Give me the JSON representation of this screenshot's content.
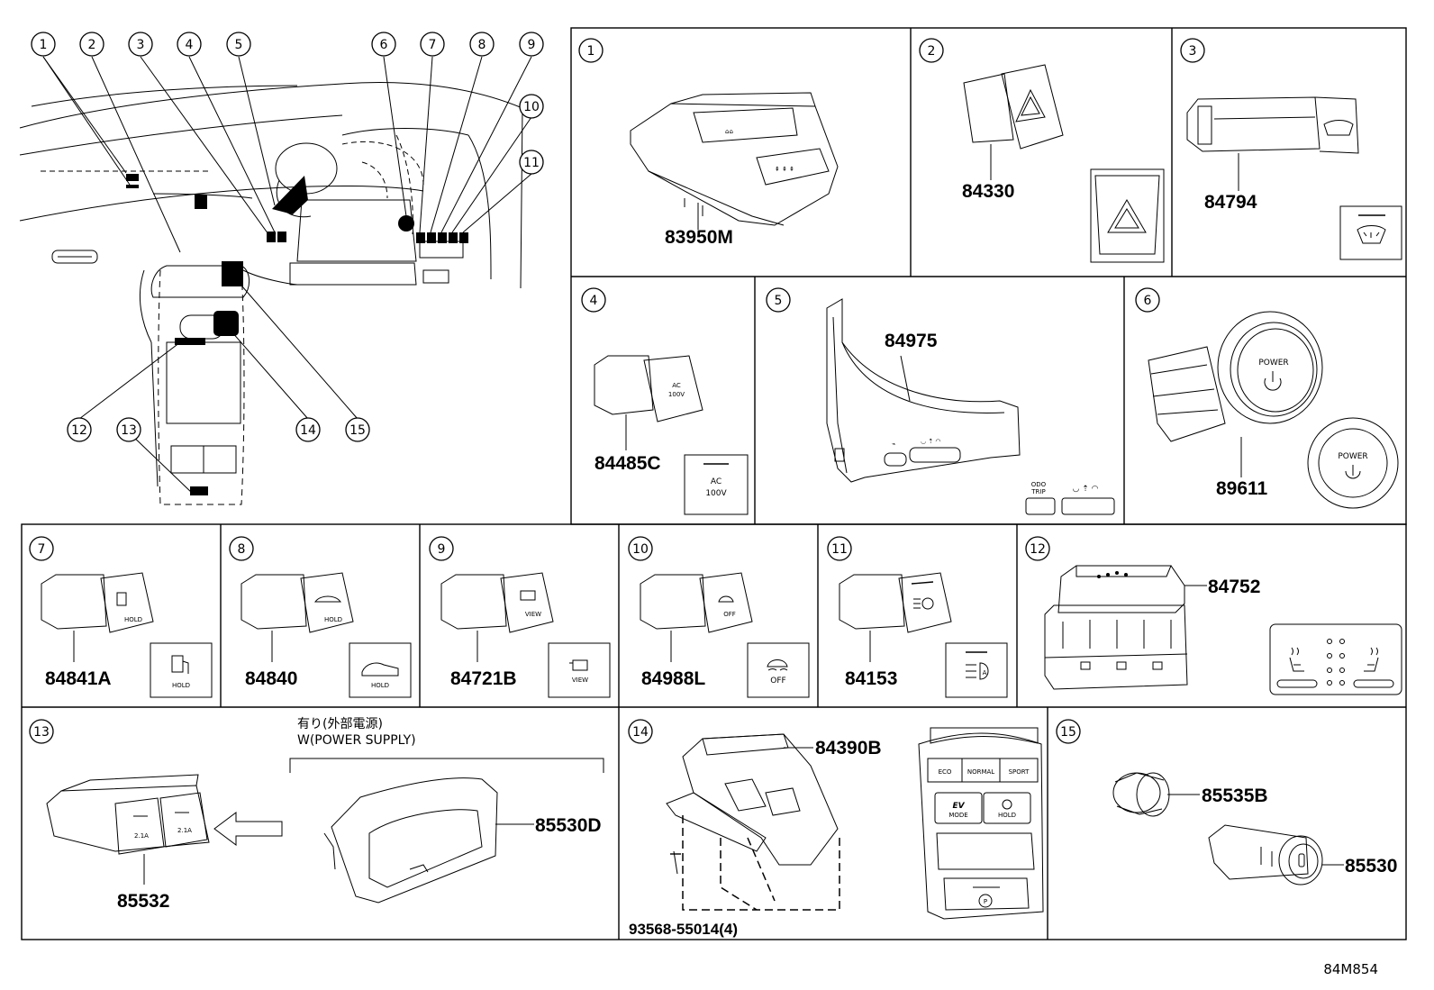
{
  "callouts": [
    "1",
    "2",
    "3",
    "4",
    "5",
    "6",
    "7",
    "8",
    "9",
    "10",
    "11",
    "12",
    "13",
    "14",
    "15"
  ],
  "parts": {
    "p1": "83950M",
    "p2": "84330",
    "p3": "84794",
    "p4": "84485C",
    "p5": "84975",
    "p6": "89611",
    "p7": "84841A",
    "p8": "84840",
    "p9": "84721B",
    "p10": "84988L",
    "p11": "84153",
    "p12": "84752",
    "p13a": "85532",
    "p13b": "85530D",
    "p14a": "84390B",
    "p14b": "93568-55014(4)",
    "p15a": "85535B",
    "p15b": "85530"
  },
  "labels": {
    "ac_line1": "AC",
    "ac_line2": "100V",
    "odo_line1": "ODO",
    "odo_line2": "TRIP",
    "power": "POWER",
    "hold": "HOLD",
    "view": "VIEW",
    "off": "OFF",
    "usb_2a_left": "2.1A",
    "usb_2a_right": "2.1A",
    "variant_jp": "有り(外部電源)",
    "variant_en": "W(POWER SUPPLY)",
    "eco": "ECO",
    "normal": "NORMAL",
    "sport": "SPORT",
    "ev": "EV",
    "mode": "MODE",
    "figure_code": "84M854"
  },
  "icons": [
    "hazard-icon",
    "defogger-icon",
    "power-icon",
    "fuel-door-icon",
    "trunk-icon",
    "camera-view-icon",
    "traction-off-icon",
    "auto-headlight-icon",
    "seat-heater-icon",
    "parking-brake-icon",
    "arrow-left-icon"
  ]
}
